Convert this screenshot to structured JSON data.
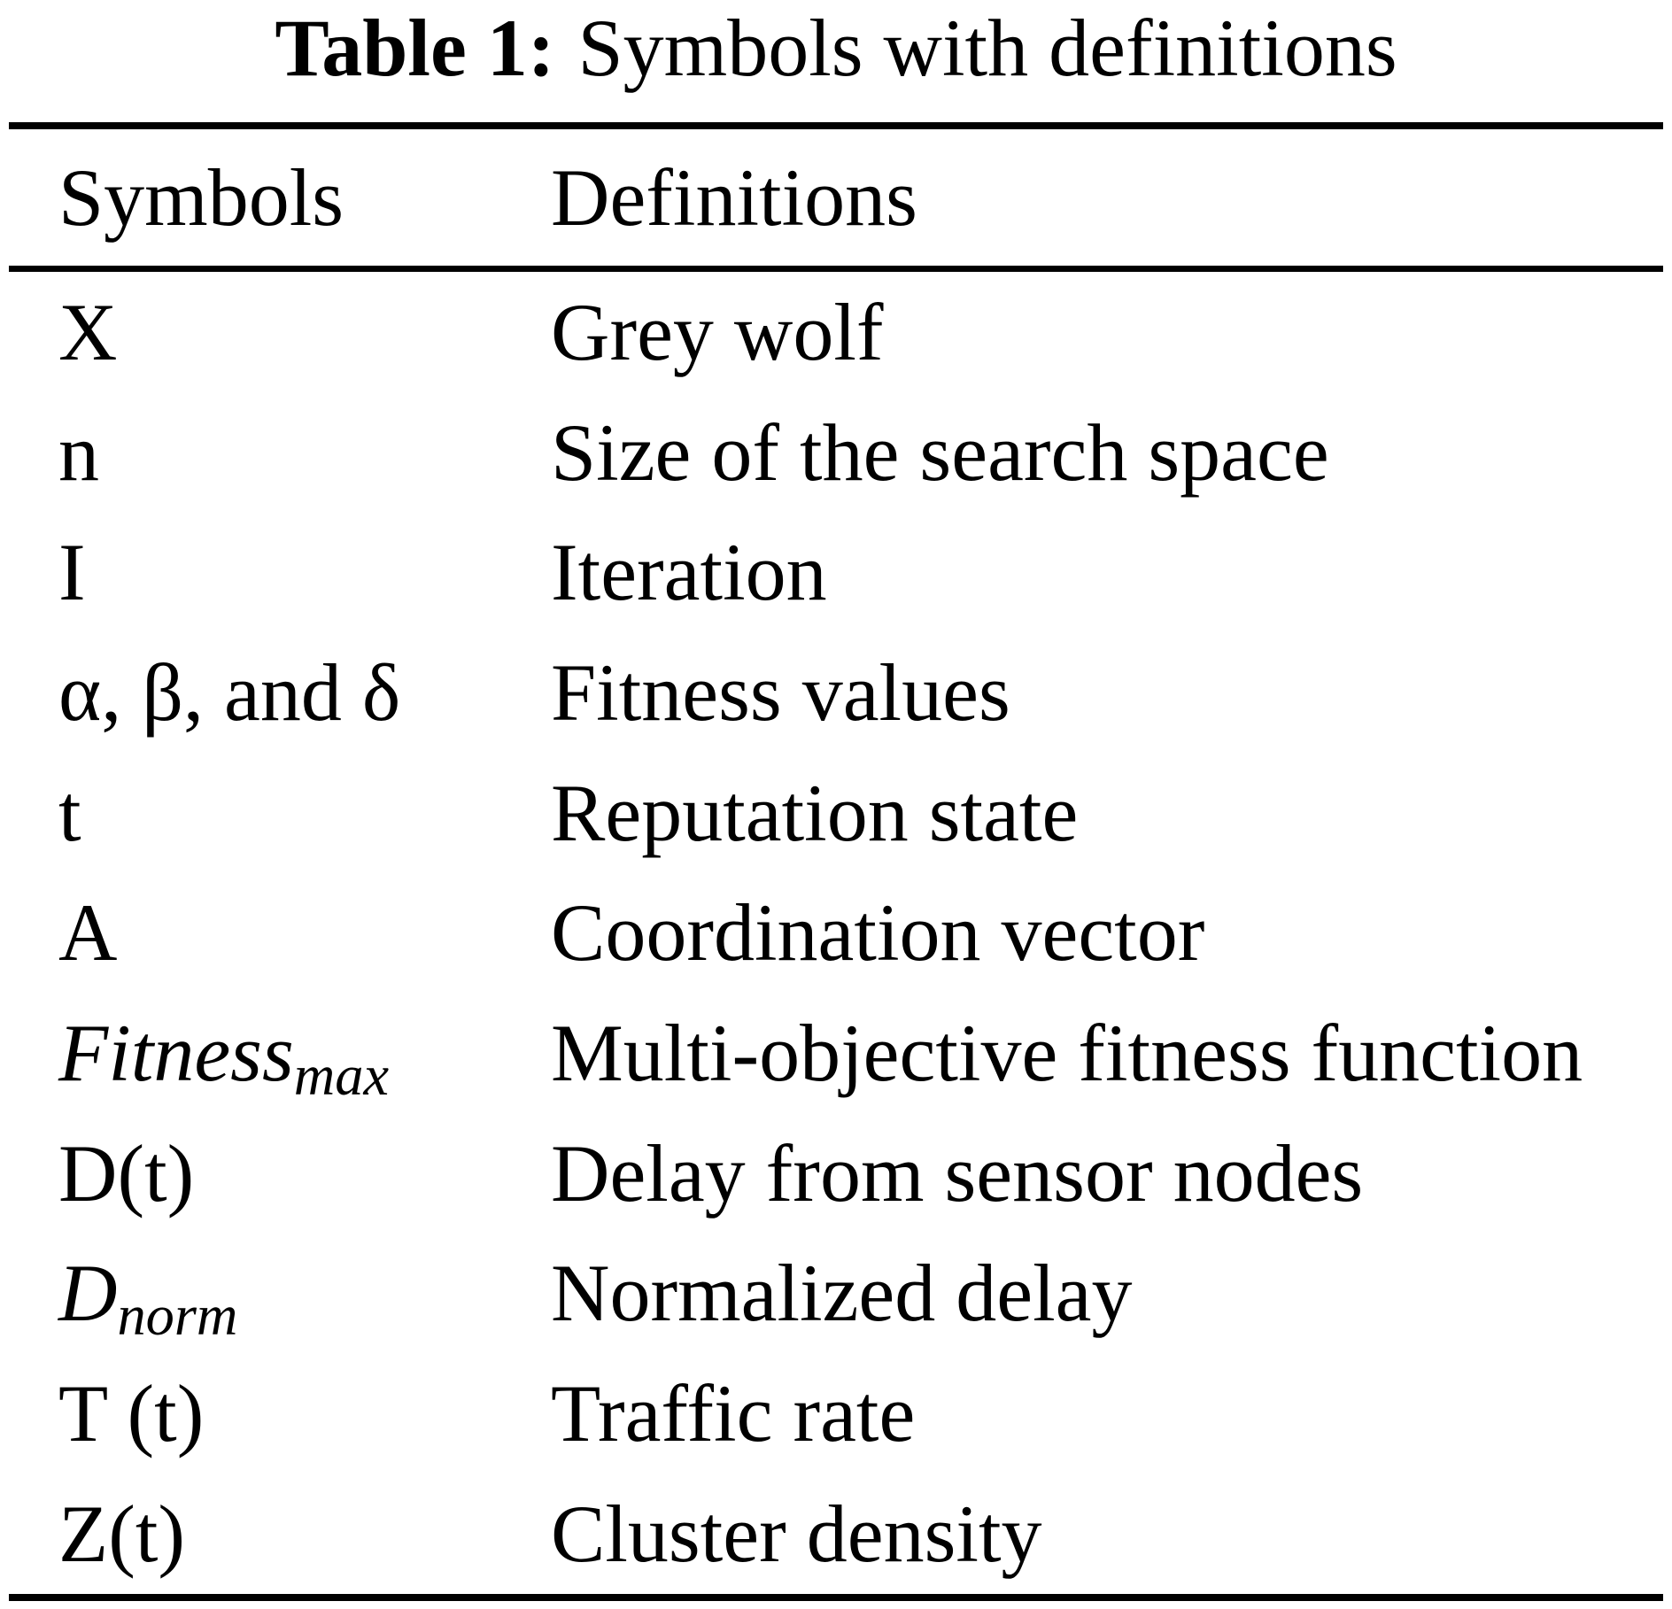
{
  "caption": {
    "label": "Table 1:",
    "title": "Symbols with definitions"
  },
  "colors": {
    "text": "#000000",
    "background": "#ffffff",
    "rule": "#000000"
  },
  "table": {
    "headers": [
      "Symbols",
      "Definitions"
    ],
    "rows": [
      {
        "symbol": "X",
        "definition": "Grey wolf"
      },
      {
        "symbol": "n",
        "definition": "Size of the search space"
      },
      {
        "symbol": "I",
        "definition": "Iteration"
      },
      {
        "symbol": "α, β, and δ",
        "definition": "Fitness values"
      },
      {
        "symbol": "t",
        "definition": "Reputation state"
      },
      {
        "symbol": "A",
        "definition": "Coordination vector"
      },
      {
        "symbol": "Fitness",
        "subscript": "max",
        "italic": true,
        "definition": "Multi-objective fitness function"
      },
      {
        "symbol": "D(t)",
        "definition": "Delay from sensor nodes"
      },
      {
        "symbol": "D",
        "subscript": "norm",
        "italic": true,
        "definition": "Normalized delay"
      },
      {
        "symbol": "T (t)",
        "definition": "Traffic rate"
      },
      {
        "symbol": "Z(t)",
        "definition": "Cluster density"
      }
    ]
  }
}
